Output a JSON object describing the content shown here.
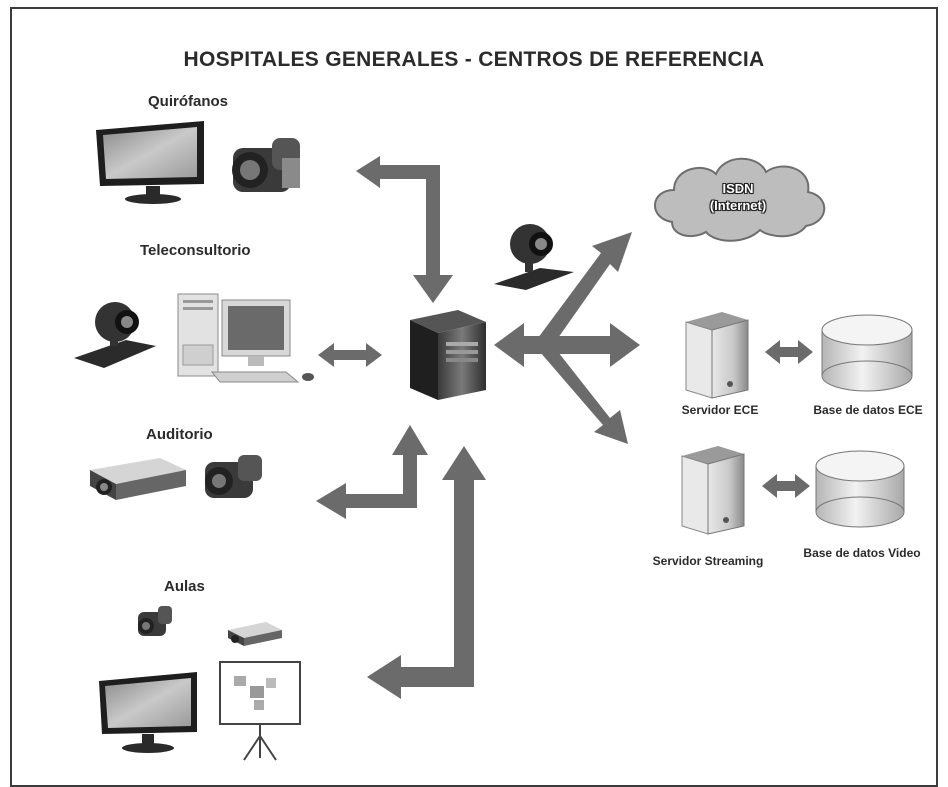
{
  "title": "HOSPITALES GENERALES - CENTROS DE REFERENCIA",
  "sections": {
    "quirofanos": "Quirófanos",
    "teleconsultorio": "Teleconsultorio",
    "auditorio": "Auditorio",
    "aulas": "Aulas"
  },
  "network": {
    "cloud_line1": "ISDN",
    "cloud_line2": "(Internet)"
  },
  "servers": {
    "ece_server": "Servidor ECE",
    "ece_db": "Base de datos ECE",
    "streaming_server": "Servidor Streaming",
    "video_db": "Base de datos Video"
  },
  "icons": [
    "monitor-icon",
    "camcorder-icon",
    "webcam-icon",
    "desktop-computer-icon",
    "projector-icon",
    "projection-screen-icon",
    "server-icon",
    "cloud-icon",
    "database-icon"
  ],
  "colors": {
    "arrow": "#6b6b6b",
    "text": "#2b2b2b",
    "frame": "#3c3c3c"
  }
}
